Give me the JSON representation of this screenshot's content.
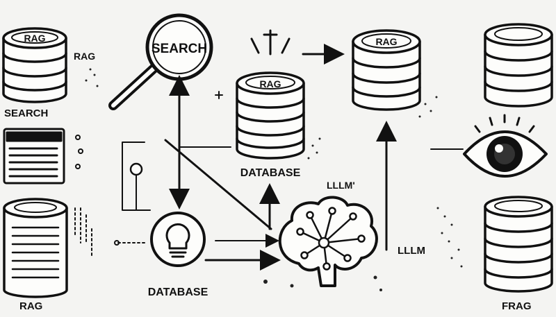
{
  "labels": {
    "rag_top_left_disk": "RAG",
    "rag_top_left_side": "RAG",
    "search_top_left": "SEARCH",
    "search_lens": "SEARCH",
    "rag_center_disk": "RAG",
    "database_center": "DATABASE",
    "rag_top_right_disk": "RAG",
    "llm_mid": "LLLM'",
    "llm_right": "LLLM",
    "database_bottom": "DATABASE",
    "rag_bottom_left": "RAG",
    "rag_bottom_right": "FRAG"
  },
  "colors": {
    "ink": "#111111",
    "paper": "#f4f4f2"
  },
  "icons": [
    "database-icon",
    "magnifier-icon",
    "lightbulb-icon",
    "brain-network-icon",
    "eye-icon",
    "document-window-icon",
    "server-rack-icon",
    "sparkle-icon"
  ]
}
